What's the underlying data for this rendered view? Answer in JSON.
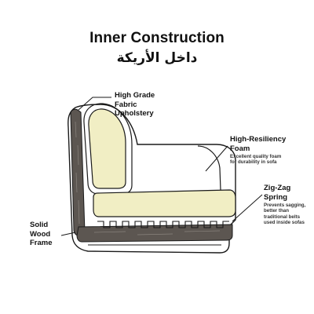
{
  "header": {
    "title": "Inner Construction",
    "subtitle": "داخل الأريكة"
  },
  "callouts": {
    "fabric": {
      "title": "High Grade Fabric Upholstery"
    },
    "foam": {
      "title": "High-Resiliency Foam",
      "description": "Excellent quality foam for durability in sofa"
    },
    "spring": {
      "title": "Zig-Zag Spring",
      "description": "Prevents sagging, better than traditional belts used inside sofas"
    },
    "frame": {
      "title": "Solid Wood Frame"
    }
  },
  "colors": {
    "foam": "#f1eec4",
    "foam_stroke": "#d9d59a",
    "wood": "#5c5651",
    "outline": "#1a1a1a"
  }
}
